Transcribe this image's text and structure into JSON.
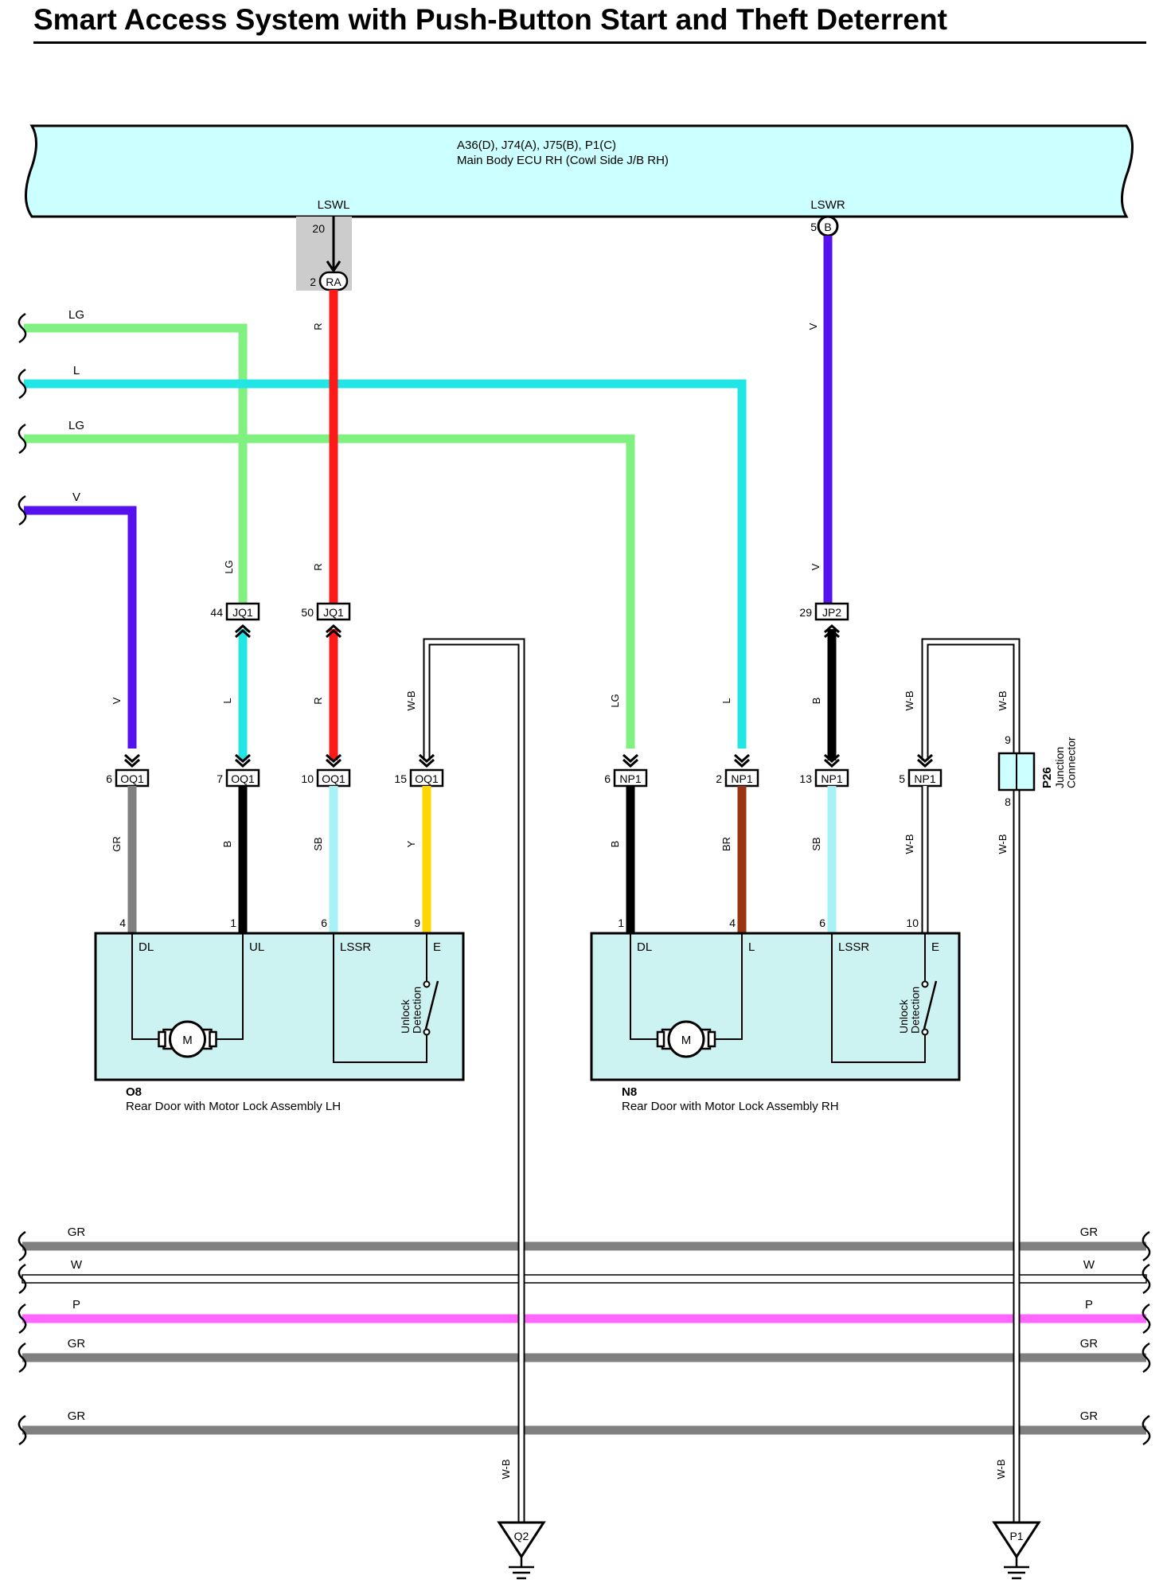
{
  "title": "Smart Access System with Push-Button Start and Theft Deterrent",
  "colors": {
    "LG": "#80f080",
    "L": "#22e6e6",
    "V": "#5511ee",
    "R": "#ff1a1a",
    "B": "#000000",
    "GR": "#808080",
    "SB": "#a6f2f7",
    "Y": "#ffd700",
    "BR": "#993311",
    "W": "#ffffff",
    "P": "#ff66ff",
    "W-B": "#ffffff",
    "ecu_fill": "#ccffff",
    "module_fill": "#ccf2f2",
    "relay_shade": "#cccccc"
  },
  "ecu": {
    "connectors": "A36(D), J74(A), J75(B), P1(C)",
    "name": "Main Body ECU RH (Cowl Side J/B RH)",
    "pins": [
      {
        "signal": "LSWL",
        "pin": "20",
        "conn_pin": "2",
        "conn": "RA"
      },
      {
        "signal": "LSWR",
        "pin": "5",
        "conn": "B"
      }
    ]
  },
  "left_wires": [
    {
      "color": "LG"
    },
    {
      "color": "L"
    },
    {
      "color": "LG"
    },
    {
      "color": "V"
    }
  ],
  "junctions": [
    {
      "pin": "44",
      "conn": "JQ1"
    },
    {
      "pin": "50",
      "conn": "JQ1"
    },
    {
      "pin": "29",
      "conn": "JP2"
    }
  ],
  "connectors": [
    {
      "pin": "6",
      "conn": "OQ1"
    },
    {
      "pin": "7",
      "conn": "OQ1"
    },
    {
      "pin": "10",
      "conn": "OQ1"
    },
    {
      "pin": "15",
      "conn": "OQ1"
    },
    {
      "pin": "6",
      "conn": "NP1"
    },
    {
      "pin": "2",
      "conn": "NP1"
    },
    {
      "pin": "13",
      "conn": "NP1"
    },
    {
      "pin": "5",
      "conn": "NP1"
    }
  ],
  "wire_labels": {
    "top_vertical": [
      "R",
      "V"
    ],
    "upper": [
      "LG",
      "R",
      "V"
    ],
    "middle": [
      "V",
      "L",
      "R",
      "W-B",
      "LG",
      "L",
      "B",
      "W-B"
    ],
    "lower": [
      "GR",
      "B",
      "SB",
      "Y",
      "B",
      "BR",
      "SB",
      "W-B",
      "W-B"
    ]
  },
  "junction_connector": {
    "code": "P26",
    "name": "Junction\nConnector",
    "pin_top": "9",
    "pin_bottom": "8"
  },
  "modules": [
    {
      "code": "O8",
      "name": "Rear Door with Motor Lock Assembly LH",
      "pins": [
        "4",
        "1",
        "6",
        "9"
      ],
      "terminals": [
        "DL",
        "UL",
        "LSSR",
        "E"
      ],
      "motor": "M",
      "switch_label": "Unlock\nDetection"
    },
    {
      "code": "N8",
      "name": "Rear Door with Motor Lock Assembly RH",
      "pins": [
        "1",
        "4",
        "6",
        "10"
      ],
      "terminals": [
        "DL",
        "L",
        "LSSR",
        "E"
      ],
      "motor": "M",
      "switch_label": "Unlock\nDetection"
    }
  ],
  "bus_wires": [
    {
      "color": "GR"
    },
    {
      "color": "W"
    },
    {
      "color": "P"
    },
    {
      "color": "GR"
    },
    {
      "color": "GR"
    }
  ],
  "grounds": [
    {
      "code": "Q2",
      "wire": "W-B"
    },
    {
      "code": "P1",
      "wire": "W-B"
    }
  ]
}
